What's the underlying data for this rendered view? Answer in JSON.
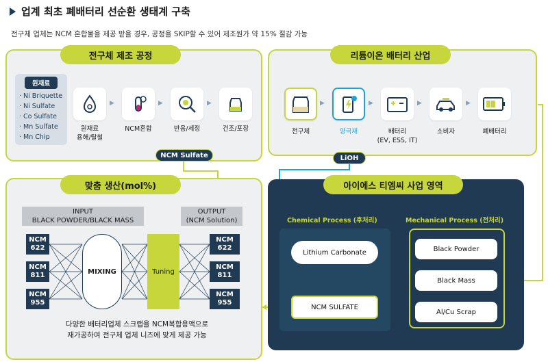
{
  "header": {
    "title": "업계 최초 폐배터리 선순환 생태계 구축",
    "subtitle": "전구체 업체는 NCM 혼합물을 제공 받을 경우, 공정을 SKIP할 수 있어 제조원가 약 15% 절감 가능"
  },
  "precursor": {
    "title": "전구체 제조 공정",
    "raw_title": "원재료",
    "raw_items": [
      "· Ni Briquette",
      "· Ni Sulfate",
      "· Co Sulfate",
      "· Mn Sulfate",
      "· Mn Chip"
    ],
    "steps": [
      {
        "label1": "원재료",
        "label2": "용해/탈철"
      },
      {
        "label1": "NCM혼합",
        "label2": ""
      },
      {
        "label1": "반응/세정",
        "label2": ""
      },
      {
        "label1": "건조/포장",
        "label2": ""
      }
    ],
    "ncm_sulfate_tag": "NCM Sulfate"
  },
  "battery": {
    "title": "리튬이온 배터리 산업",
    "steps": [
      {
        "label1": "전구체",
        "label2": ""
      },
      {
        "label1": "양극재",
        "label2": ""
      },
      {
        "label1": "배터리",
        "label2": "(EV, ESS, IT)"
      },
      {
        "label1": "소비자",
        "label2": ""
      },
      {
        "label1": "폐배터리",
        "label2": ""
      }
    ],
    "lioh_tag": "LiOH"
  },
  "custom": {
    "title": "맞춤 생산(mol%)",
    "input_line1": "INPUT",
    "input_line2": "BLACK POWDER/BLACK MASS",
    "output_line1": "OUTPUT",
    "output_line2": "(NCM Solution)",
    "inputs": [
      {
        "a": "NCM",
        "b": "622"
      },
      {
        "a": "NCM",
        "b": "811"
      },
      {
        "a": "NCM",
        "b": "955"
      }
    ],
    "outputs": [
      {
        "a": "NCM",
        "b": "622"
      },
      {
        "a": "NCM",
        "b": "811"
      },
      {
        "a": "NCM",
        "b": "955"
      }
    ],
    "mixing": "MIXING",
    "tuning": "Tuning",
    "footer1": "다양한 배터리업체 스크랩을 NCM복합용액으로",
    "footer2": "재가공하여 전구체 업체 니즈에 맞게 제공 가능"
  },
  "ist": {
    "title": "아이에스 티엠씨 사업 영역",
    "chemical_title": "Chemical Process (후처리)",
    "mechanical_title": "Mechanical Process (전처리)",
    "lithium": "Lithium Carbonate",
    "ncm_sulfate": "NCM  SULFATE",
    "mech_items": [
      "Black Powder",
      "Black Mass",
      "Al/Cu Scrap"
    ]
  },
  "colors": {
    "accent": "#c6d63b",
    "navy": "#1f3a52",
    "cyan": "#1aa3d9"
  }
}
